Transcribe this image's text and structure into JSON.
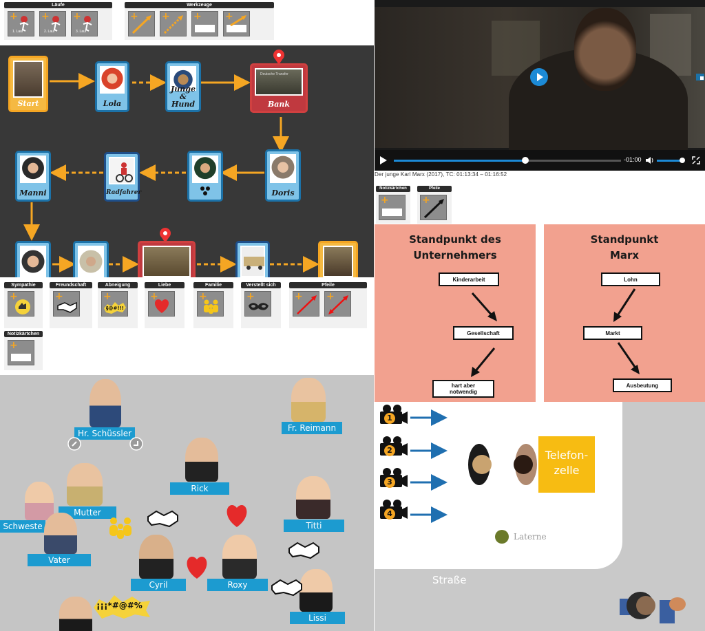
{
  "top_toolbar": {
    "laeufe": {
      "title": "Läufe",
      "items": [
        "1. Lauf",
        "2. Lauf",
        "3. Lauf"
      ]
    },
    "werkzeuge": {
      "title": "Werkzeuge"
    }
  },
  "flow": {
    "cards": {
      "start": "Start",
      "lola": "Lola",
      "junge": "Junge &",
      "junge2": "Hund",
      "bank": "Bank",
      "manni": "Manni",
      "radfahrer": "Radfahrer",
      "doris": "Doris"
    },
    "bank_sign": "Deutsche Transfer"
  },
  "relation_toolbar": {
    "groups": [
      "Sympathie",
      "Freundschaft",
      "Abneigung",
      "Liebe",
      "Familie",
      "Verstellt sich",
      "Pfeile"
    ],
    "notiz": "Notizkärtchen"
  },
  "board": {
    "names": {
      "schuessler": "Hr. Schüssler",
      "reimann": "Fr. Reimann",
      "rick": "Rick",
      "mutter": "Mutter",
      "schwester": "Schweste",
      "vater": "Vater",
      "titti": "Titti",
      "cyril": "Cyril",
      "roxy": "Roxy",
      "lissi": "Lissi"
    },
    "curse": "¡¡¡*#@#%",
    "curse_small": "§@#!!!"
  },
  "video": {
    "time": "-01:00",
    "caption": "Der junge Karl Marx (2017), TC: 01:13:34 – 01:16:52",
    "progress": 0.58,
    "volume": 0.92
  },
  "mini_toolbar": {
    "notiz": "Notizkärtchen",
    "pfeile": "Pfeile"
  },
  "standpunkt": {
    "left_title_1": "Standpunkt des",
    "left_title_2": "Unternehmers",
    "left_boxes": [
      "Kinderarbeit",
      "Gesellschaft",
      "hart aber",
      "notwendig"
    ],
    "right_title_1": "Standpunkt",
    "right_title_2": "Marx",
    "right_boxes": [
      "Lohn",
      "Markt",
      "Ausbeutung"
    ]
  },
  "plan": {
    "cams": [
      "1",
      "2",
      "3",
      "4"
    ],
    "telefon_1": "Telefon-",
    "telefon_2": "zelle",
    "laterne": "Laterne",
    "strasse": "Straße"
  },
  "colors": {
    "accent": "#f5a623",
    "blue": "#1c9bd0",
    "dark": "#383838",
    "salmon": "#f2a18f"
  }
}
